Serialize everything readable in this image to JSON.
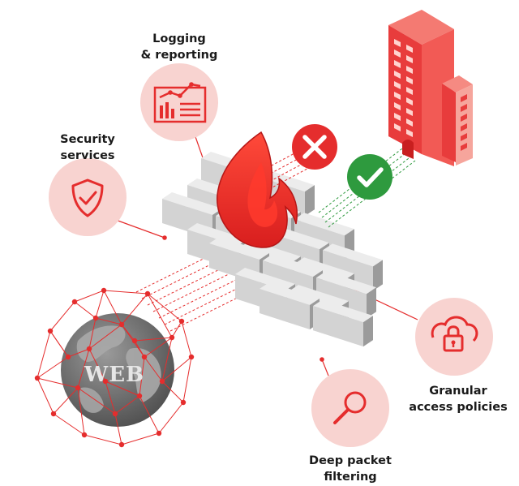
{
  "diagram": {
    "center_label": "WEB",
    "features": [
      {
        "id": "logging",
        "line1": "Logging",
        "line2": "& reporting",
        "icon": "chart-icon"
      },
      {
        "id": "security",
        "line1": "Security",
        "line2": "services",
        "icon": "shield-check-icon"
      },
      {
        "id": "granular",
        "line1": "Granular",
        "line2": "access policies",
        "icon": "cloud-lock-icon"
      },
      {
        "id": "deep",
        "line1": "Deep packet",
        "line2": "filtering",
        "icon": "magnifier-icon"
      }
    ],
    "status": {
      "blocked_icon": "x-mark-icon",
      "allowed_icon": "check-mark-icon"
    },
    "colors": {
      "accent": "#e52d2d",
      "accent_light": "#f8d3d0",
      "allowed": "#2e9a3e",
      "brick": "#d3d3d3",
      "globe": "#6e6e6e"
    }
  }
}
